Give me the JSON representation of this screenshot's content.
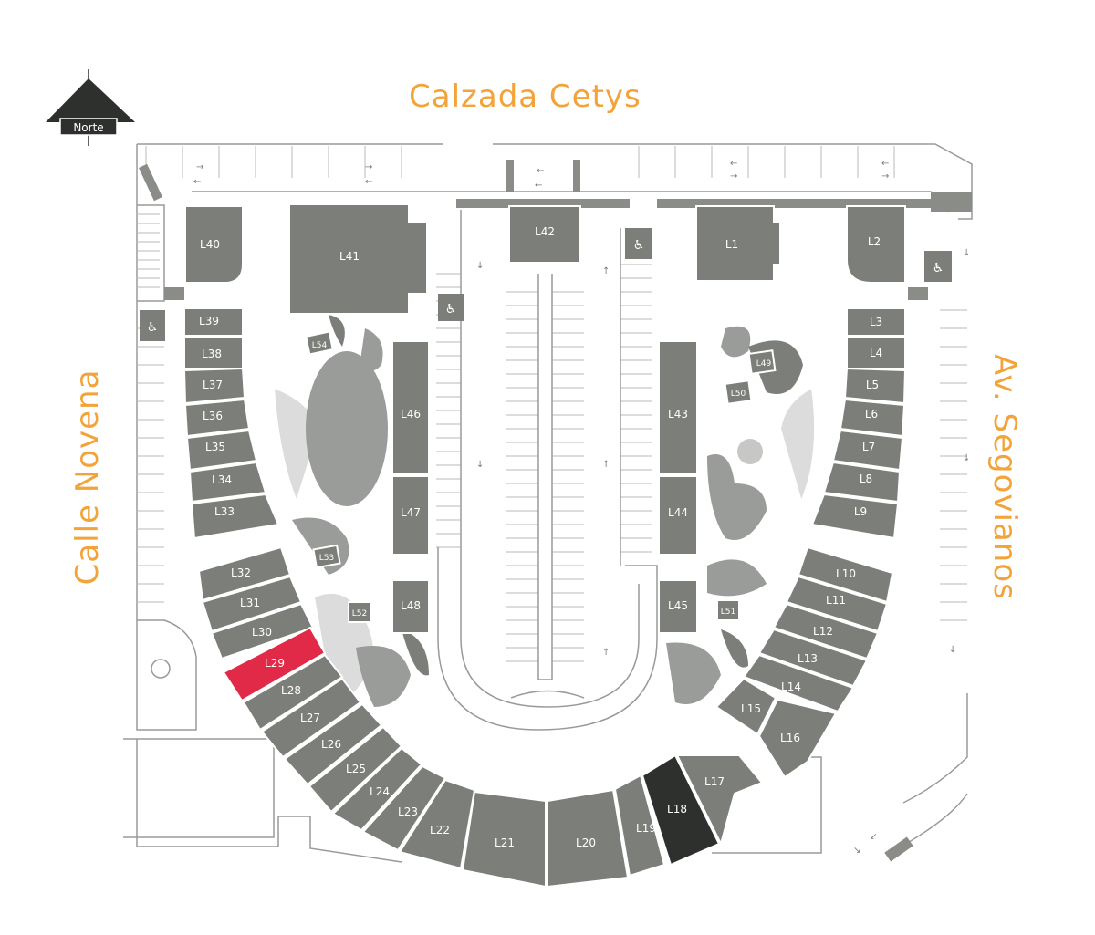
{
  "streets": {
    "north": "Calzada Cetys",
    "west": "Calle Novena",
    "east": "Av. Segovianos"
  },
  "compass": {
    "label": "Norte"
  },
  "colors": {
    "unit": "#7b7e79",
    "unit_stroke": "#ffffff",
    "highlighted": "#e12a47",
    "dark": "#2e302d",
    "accent": "#f2a33a",
    "garden": "#9a9c99",
    "plaza": "#dcdcdc",
    "line": "#9a9a9a"
  },
  "highlighted_unit": "L29",
  "dark_unit": "L18",
  "units": [
    "L1",
    "L2",
    "L3",
    "L4",
    "L5",
    "L6",
    "L7",
    "L8",
    "L9",
    "L10",
    "L11",
    "L12",
    "L13",
    "L14",
    "L15",
    "L16",
    "L17",
    "L18",
    "L19",
    "L20",
    "L21",
    "L22",
    "L23",
    "L24",
    "L25",
    "L26",
    "L27",
    "L28",
    "L29",
    "L30",
    "L31",
    "L32",
    "L33",
    "L34",
    "L35",
    "L36",
    "L37",
    "L38",
    "L39",
    "L40",
    "L41",
    "L42",
    "L43",
    "L44",
    "L45",
    "L46",
    "L47",
    "L48",
    "L49",
    "L50",
    "L51",
    "L52",
    "L53",
    "L54"
  ],
  "icons": [
    "accessible-parking-icon",
    "direction-arrow-icon",
    "north-compass-icon"
  ]
}
